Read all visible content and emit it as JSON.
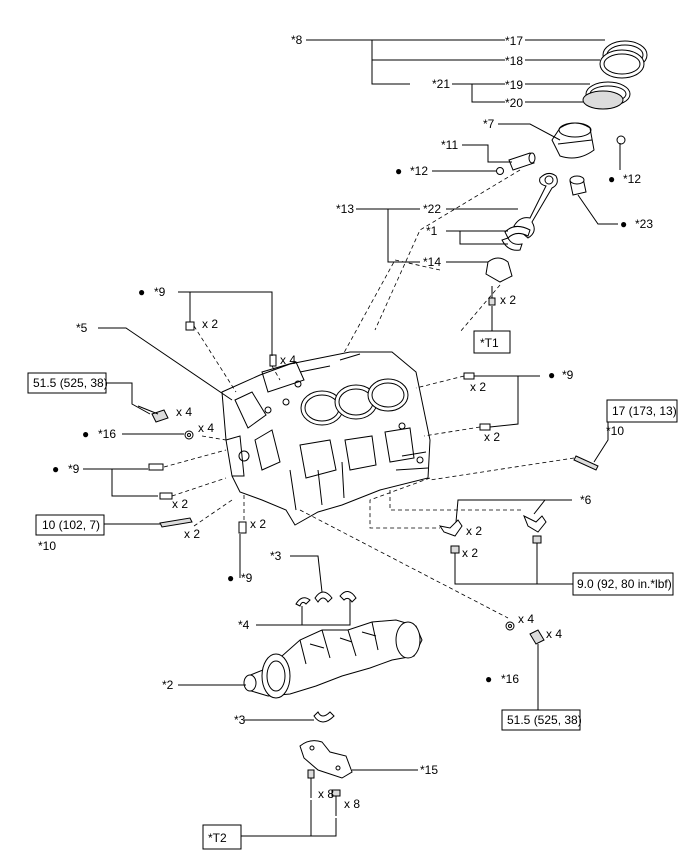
{
  "labels": {
    "p1": "*1",
    "p2": "*2",
    "p3a": "*3",
    "p3b": "*3",
    "p4": "*4",
    "p5": "*5",
    "p6": "*6",
    "p7": "*7",
    "p8": "*8",
    "p9a": "*9",
    "p9b": "*9",
    "p9c": "*9",
    "p9d": "*9",
    "p10a": "*10",
    "p10b": "*10",
    "p11": "*11",
    "p12a": "*12",
    "p12b": "*12",
    "p13": "*13",
    "p14": "*14",
    "p15": "*15",
    "p16a": "*16",
    "p16b": "*16",
    "p17": "*17",
    "p18": "*18",
    "p19": "*19",
    "p20": "*20",
    "p21": "*21",
    "p22": "*22",
    "p23": "*23"
  },
  "quantities": {
    "q1": "x 2",
    "q2": "x 4",
    "q3": "x 2",
    "q4": "x 2",
    "q5": "x 4",
    "q6": "x 4",
    "q7": "x 2",
    "q8": "x 2",
    "q9": "x 2",
    "q10": "x 2",
    "q11": "x 2",
    "q12": "x 4",
    "q13": "x 4",
    "q14": "x 8",
    "q15": "x 8",
    "q16": "x 2"
  },
  "torques": {
    "t1": "51.5 (525, 38)",
    "t2": "10 (102, 7)",
    "t3": "17 (173, 13)",
    "t4": "9.0 (92, 80 in.*lbf)",
    "t5": "51.5 (525, 38)"
  },
  "tools": {
    "T1": "*T1",
    "T2": "*T2"
  },
  "symbols": {
    "dot": "●"
  }
}
